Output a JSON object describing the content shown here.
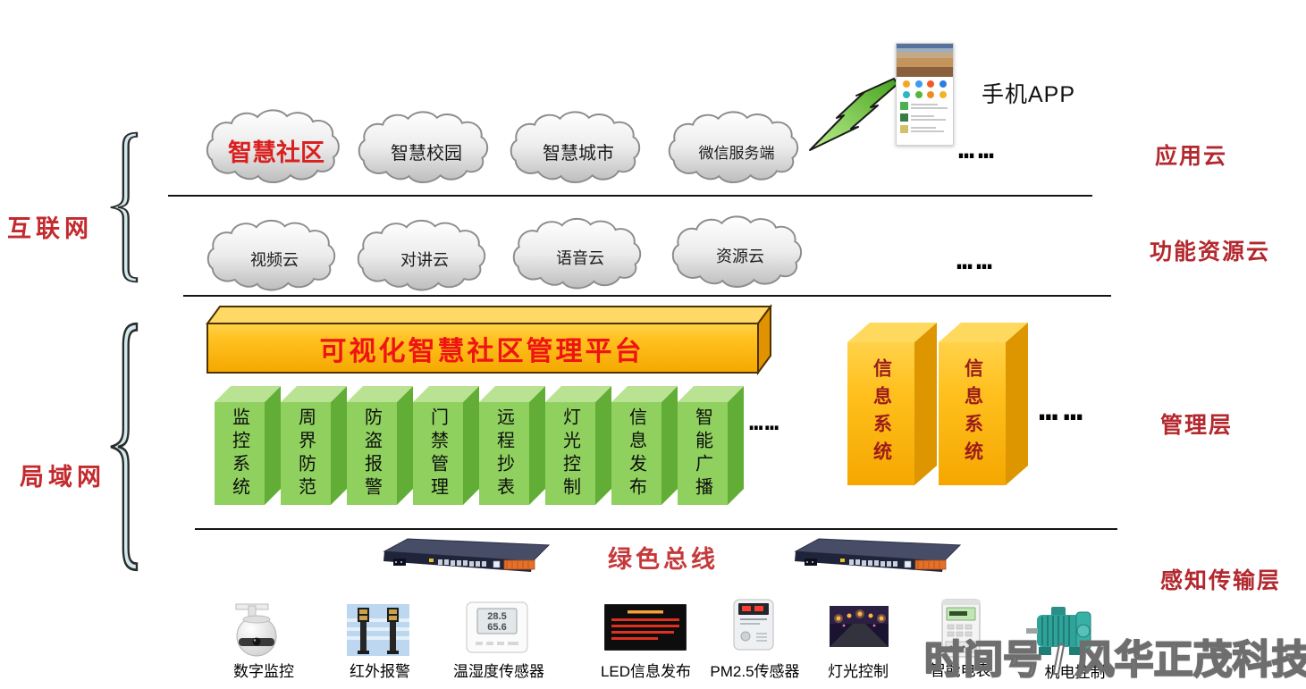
{
  "network_zones": {
    "internet_label": "互联网",
    "lan_label": "局域网"
  },
  "layer_labels": {
    "application_cloud": "应用云",
    "function_resource_cloud": "功能资源云",
    "management_layer": "管理层",
    "perception_transport_layer": "感知传输层"
  },
  "app_cloud_row": {
    "clouds": [
      {
        "label": "智慧社区",
        "highlight": true
      },
      {
        "label": "智慧校园",
        "highlight": false
      },
      {
        "label": "智慧城市",
        "highlight": false
      },
      {
        "label": "微信服务端",
        "highlight": false
      }
    ],
    "dots": "……",
    "phone_app_label": "手机APP"
  },
  "resource_cloud_row": {
    "clouds": [
      {
        "label": "视频云"
      },
      {
        "label": "对讲云"
      },
      {
        "label": "语音云"
      },
      {
        "label": "资源云"
      }
    ],
    "dots": "……"
  },
  "platform": {
    "title": "可视化智慧社区管理平台"
  },
  "modules": {
    "items": [
      "监控系统",
      "周界防范",
      "防盗报警",
      "门禁管理",
      "远程抄表",
      "灯光控制",
      "信息发布",
      "智能广播"
    ],
    "dots": "……"
  },
  "info_systems": {
    "items": [
      "信息系统",
      "信息系统"
    ],
    "dots": "……"
  },
  "bus": {
    "label": "绿色总线"
  },
  "devices": [
    {
      "label": "数字监控"
    },
    {
      "label": "红外报警"
    },
    {
      "label": "温湿度传感器",
      "screen_top": "28.5",
      "screen_bottom": "65.6"
    },
    {
      "label": "LED信息发布"
    },
    {
      "label": "PM2.5传感器"
    },
    {
      "label": "灯光控制"
    },
    {
      "label": "智能电表"
    },
    {
      "label": "机电控制"
    }
  ],
  "watermark": "时间号 / 风华正茂科技",
  "colors": {
    "accent_red": "#c32a2e",
    "banner_orange": "#ffc01e",
    "module_green": "#8fd05f",
    "system_yellow": "#ffc322",
    "bracket_blue": "#cfe9ec",
    "bolt_green": "#6cc93e"
  }
}
